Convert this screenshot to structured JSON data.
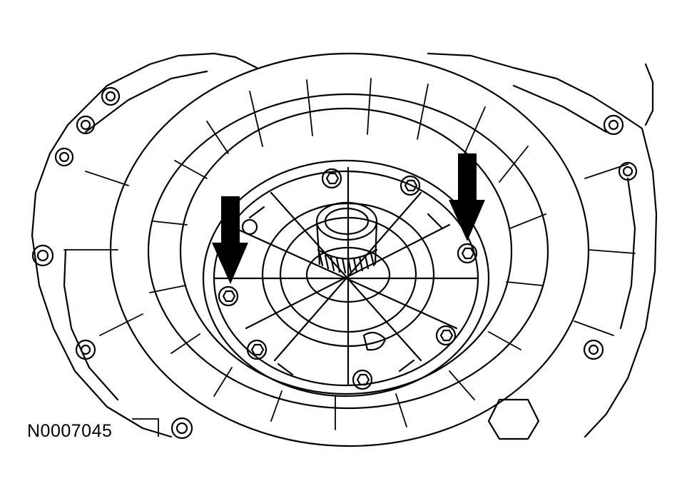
{
  "figure": {
    "reference_number": "N0007045"
  },
  "style": {
    "ink": "#000000",
    "paper": "#ffffff"
  },
  "callouts": [
    {
      "icon": "down-arrow-icon",
      "points_to": "bolt"
    },
    {
      "icon": "down-arrow-icon",
      "points_to": "bolt"
    }
  ]
}
